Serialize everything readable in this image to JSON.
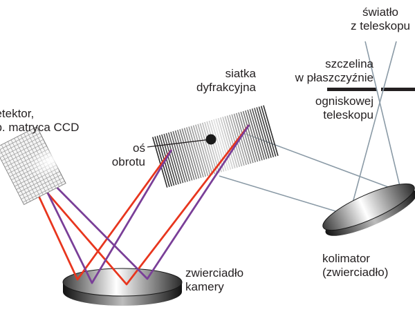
{
  "labels": {
    "light_from_telescope": [
      "światło",
      "z teleskopu"
    ],
    "slit_in_plane": [
      "szczelina",
      "w płaszczyźnie"
    ],
    "focal_plane": [
      "ogniskowej",
      "teleskopu"
    ],
    "grating": [
      "siatka",
      "dyfrakcyjna"
    ],
    "rotation_axis": [
      "oś",
      "obrotu"
    ],
    "detector": [
      "detektor,",
      "np. matryca CCD"
    ],
    "camera_mirror": [
      "zwierciadło",
      "kamery"
    ],
    "collimator": [
      "kolimator",
      "(zwierciadło)"
    ]
  },
  "colors": {
    "ray_red": "#e8361e",
    "ray_purple": "#7a3f98",
    "ray_gray": "#8a9aa6",
    "mirror_dark": "#2b2b2b",
    "text": "#231f20"
  }
}
